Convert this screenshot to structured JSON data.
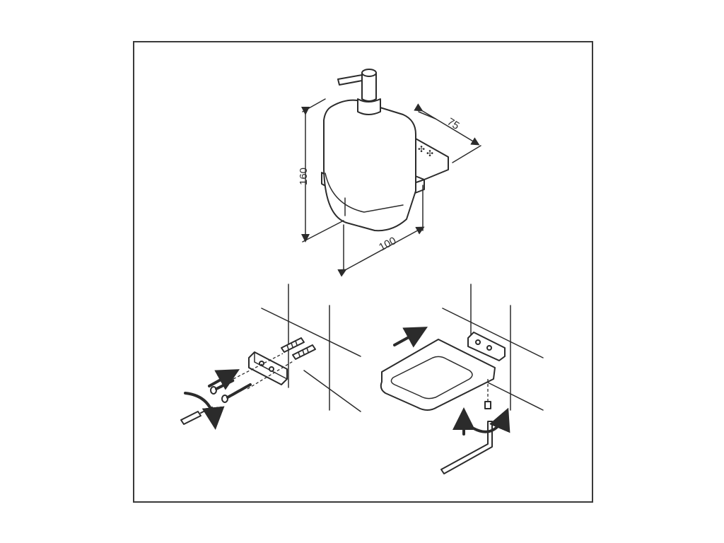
{
  "dimensions": {
    "height_label": "160",
    "depth_label": "75",
    "width_label": "100"
  },
  "colors": {
    "line": "#2b2b2b",
    "frame": "#3a3a3a",
    "background": "#ffffff"
  },
  "icons": {
    "screwdriver": "screwdriver-icon",
    "allen_key": "allen-key-icon",
    "rotate_arrow": "rotate-arrow-icon",
    "push_arrow": "push-arrow-icon"
  }
}
